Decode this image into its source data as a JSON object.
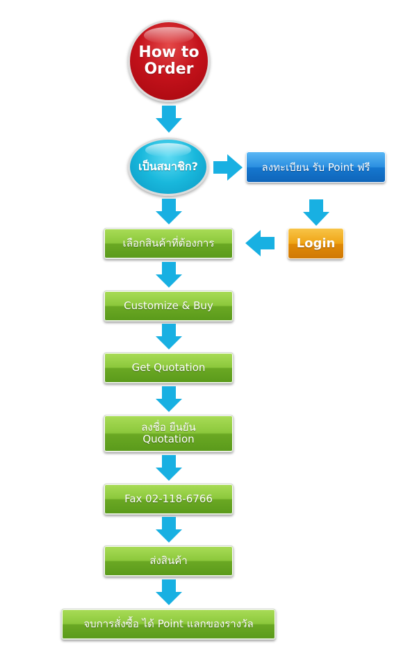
{
  "start": {
    "line1": "How to",
    "line2": "Order"
  },
  "decision": {
    "label": "เป็นสมาชิก?"
  },
  "register": {
    "label": "ลงทะเบียน รับ Point ฟรี"
  },
  "login": {
    "label": "Login"
  },
  "steps": [
    {
      "label": "เลือกสินค้าที่ต้องการ"
    },
    {
      "label": "Customize & Buy"
    },
    {
      "label": "Get Quotation"
    },
    {
      "line1": "ลงชื่อ ยืนยัน",
      "line2": "Quotation"
    },
    {
      "label": "Fax 02-118-6766"
    },
    {
      "label": "ส่งสินค้า"
    },
    {
      "label": "จบการสั่งซื้อ ได้ Point แลกของรางวัล"
    }
  ],
  "colors": {
    "arrow": "#18b0e2",
    "start_circle": "#c4121b",
    "decision_ellipse": "#19b8dc",
    "register_box": "#2b8fe0",
    "login_box": "#efa415",
    "step_box": "#7ab82e"
  }
}
